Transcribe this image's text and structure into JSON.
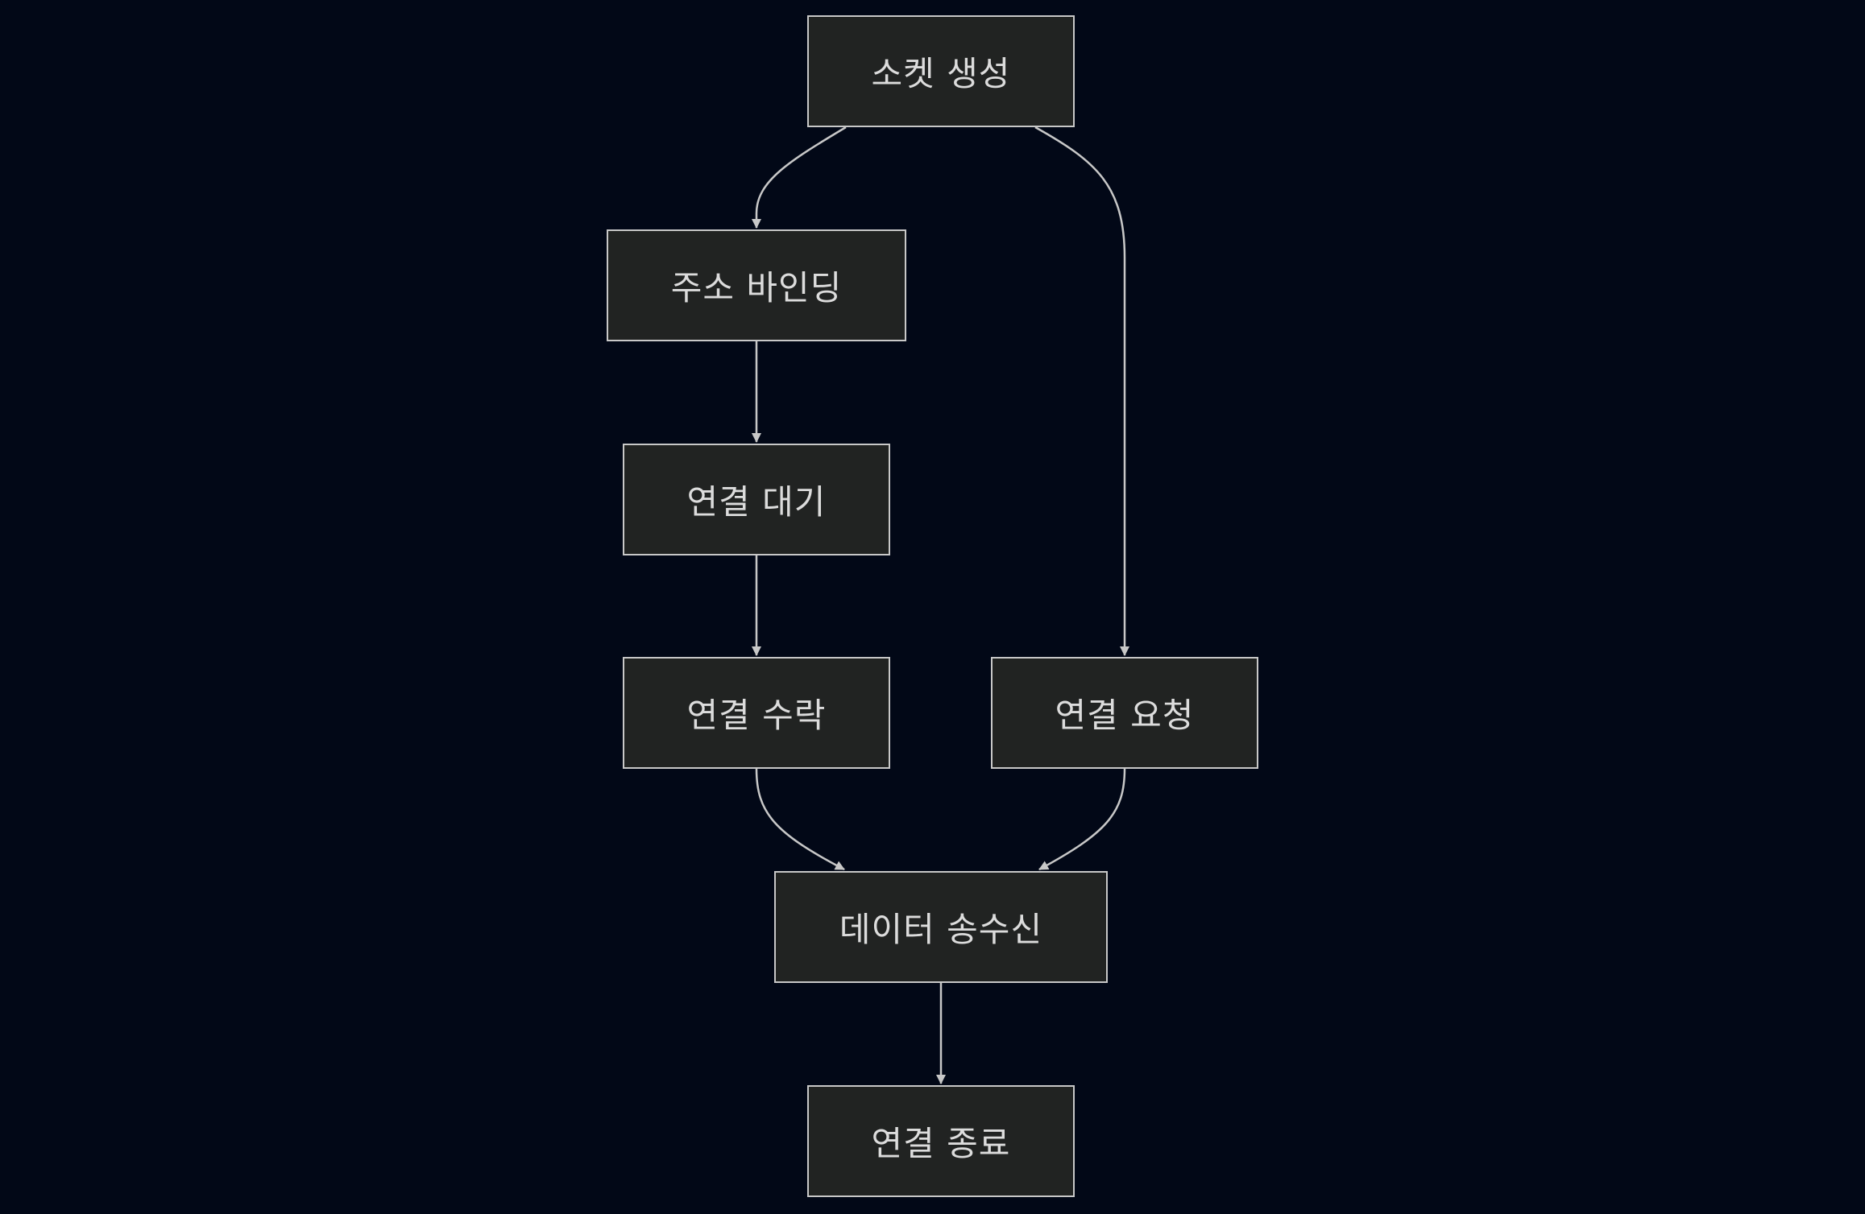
{
  "diagram": {
    "nodes": {
      "create_socket": "소켓 생성",
      "bind_address": "주소 바인딩",
      "listen": "연결 대기",
      "accept": "연결 수락",
      "connect_request": "연결 요청",
      "data_transfer": "데이터 송수신",
      "close": "연결 종료"
    },
    "edges": [
      {
        "from": "create_socket",
        "to": "bind_address"
      },
      {
        "from": "create_socket",
        "to": "connect_request"
      },
      {
        "from": "bind_address",
        "to": "listen"
      },
      {
        "from": "listen",
        "to": "accept"
      },
      {
        "from": "accept",
        "to": "data_transfer"
      },
      {
        "from": "connect_request",
        "to": "data_transfer"
      },
      {
        "from": "data_transfer",
        "to": "close"
      }
    ],
    "colors": {
      "background": "#020817",
      "node_fill": "#212322",
      "node_border": "#c8c8c8",
      "text": "#dcdcdc",
      "edge": "#c8c8c8"
    }
  }
}
